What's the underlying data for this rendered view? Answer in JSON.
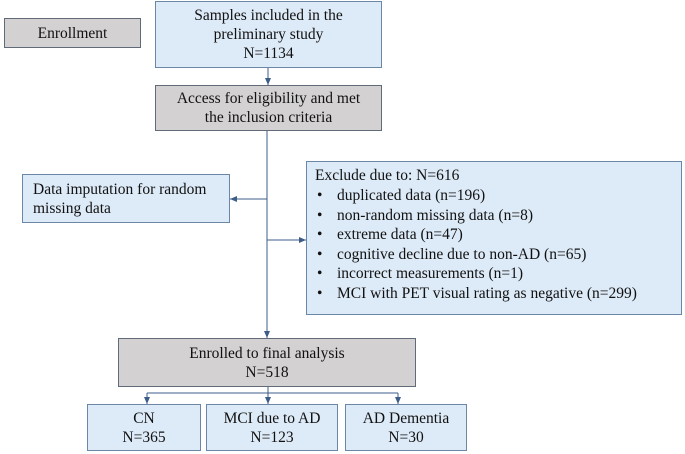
{
  "enrollment_label": "Enrollment",
  "boxes": {
    "preliminary": {
      "lines": [
        "Samples included in the",
        "preliminary study",
        "N=1134"
      ]
    },
    "eligibility": {
      "lines": [
        "Access for eligibility and met",
        "the inclusion criteria"
      ]
    },
    "imputation": {
      "lines": [
        "Data imputation for random",
        "missing data"
      ]
    },
    "exclude": {
      "heading": "Exclude due to: N=616",
      "bullet": "•",
      "items": [
        "duplicated data (n=196)",
        "non-random missing data (n=8)",
        "extreme data (n=47)",
        "cognitive decline due to non-AD (n=65)",
        "incorrect measurements (n=1)",
        "MCI with PET visual rating as negative (n=299)"
      ]
    },
    "final": {
      "lines": [
        "Enrolled to final analysis",
        "N=518"
      ]
    },
    "cn": {
      "lines": [
        "CN",
        "N=365"
      ]
    },
    "mci": {
      "lines": [
        "MCI due to AD",
        "N=123"
      ]
    },
    "dementia": {
      "lines": [
        "AD Dementia",
        "N=30"
      ]
    }
  },
  "colors": {
    "box_fill_blue": "#ddeaf7",
    "box_fill_gray": "#d3d1d2",
    "box_border": "#6c87a6",
    "arrow": "#3c5d88"
  }
}
